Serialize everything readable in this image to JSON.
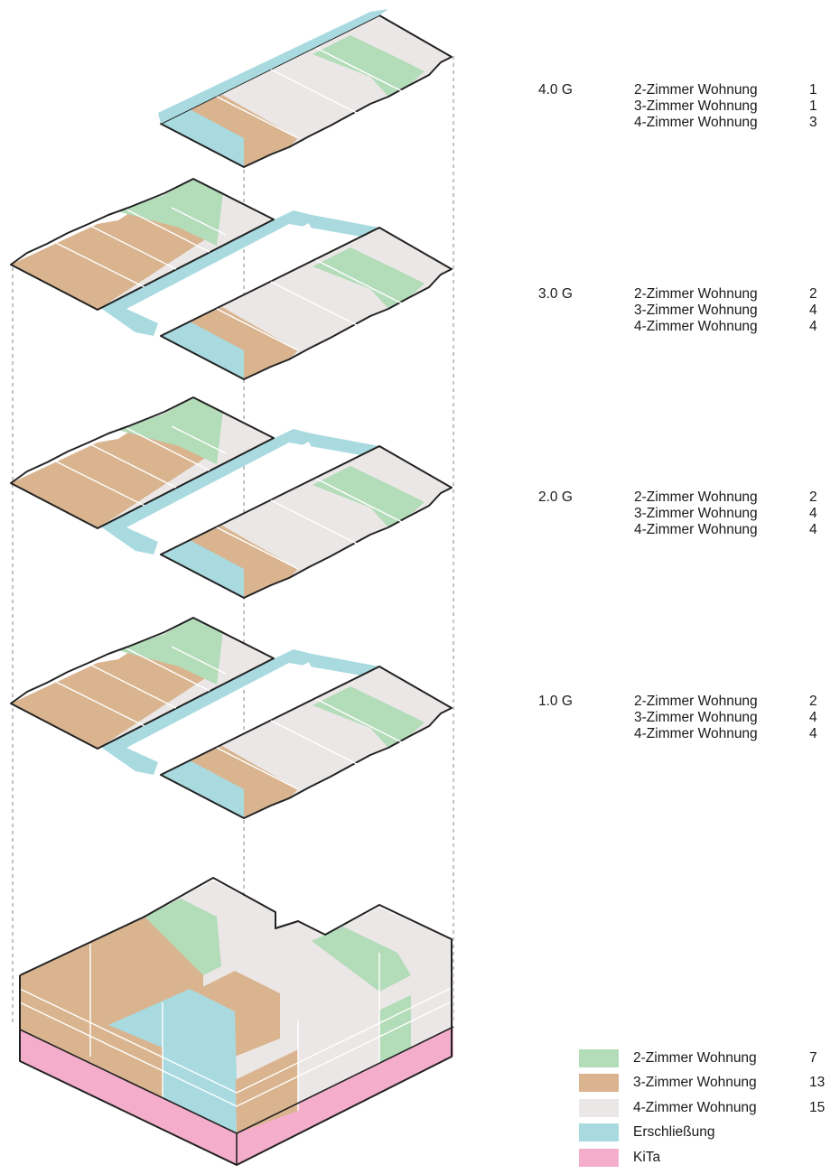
{
  "floors": [
    {
      "level": "4.0 G",
      "units": [
        {
          "label": "2-Zimmer Wohnung",
          "count": "1"
        },
        {
          "label": "3-Zimmer Wohnung",
          "count": "1"
        },
        {
          "label": "4-Zimmer Wohnung",
          "count": "3"
        }
      ]
    },
    {
      "level": "3.0 G",
      "units": [
        {
          "label": "2-Zimmer Wohnung",
          "count": "2"
        },
        {
          "label": "3-Zimmer Wohnung",
          "count": "4"
        },
        {
          "label": "4-Zimmer Wohnung",
          "count": "4"
        }
      ]
    },
    {
      "level": "2.0 G",
      "units": [
        {
          "label": "2-Zimmer Wohnung",
          "count": "2"
        },
        {
          "label": "3-Zimmer Wohnung",
          "count": "4"
        },
        {
          "label": "4-Zimmer Wohnung",
          "count": "4"
        }
      ]
    },
    {
      "level": "1.0 G",
      "units": [
        {
          "label": "2-Zimmer Wohnung",
          "count": "2"
        },
        {
          "label": "3-Zimmer Wohnung",
          "count": "4"
        },
        {
          "label": "4-Zimmer Wohnung",
          "count": "4"
        }
      ]
    }
  ],
  "legend": [
    {
      "label": "2-Zimmer Wohnung",
      "count": "7",
      "color": "#b3dcb9"
    },
    {
      "label": "3-Zimmer Wohnung",
      "count": "13",
      "color": "#d9b48f"
    },
    {
      "label": "4-Zimmer Wohnung",
      "count": "15",
      "color": "#ebe7e6"
    },
    {
      "label": "Erschließung",
      "count": "",
      "color": "#a8dae0"
    },
    {
      "label": "KiTa",
      "count": "",
      "color": "#f4aecb"
    }
  ]
}
